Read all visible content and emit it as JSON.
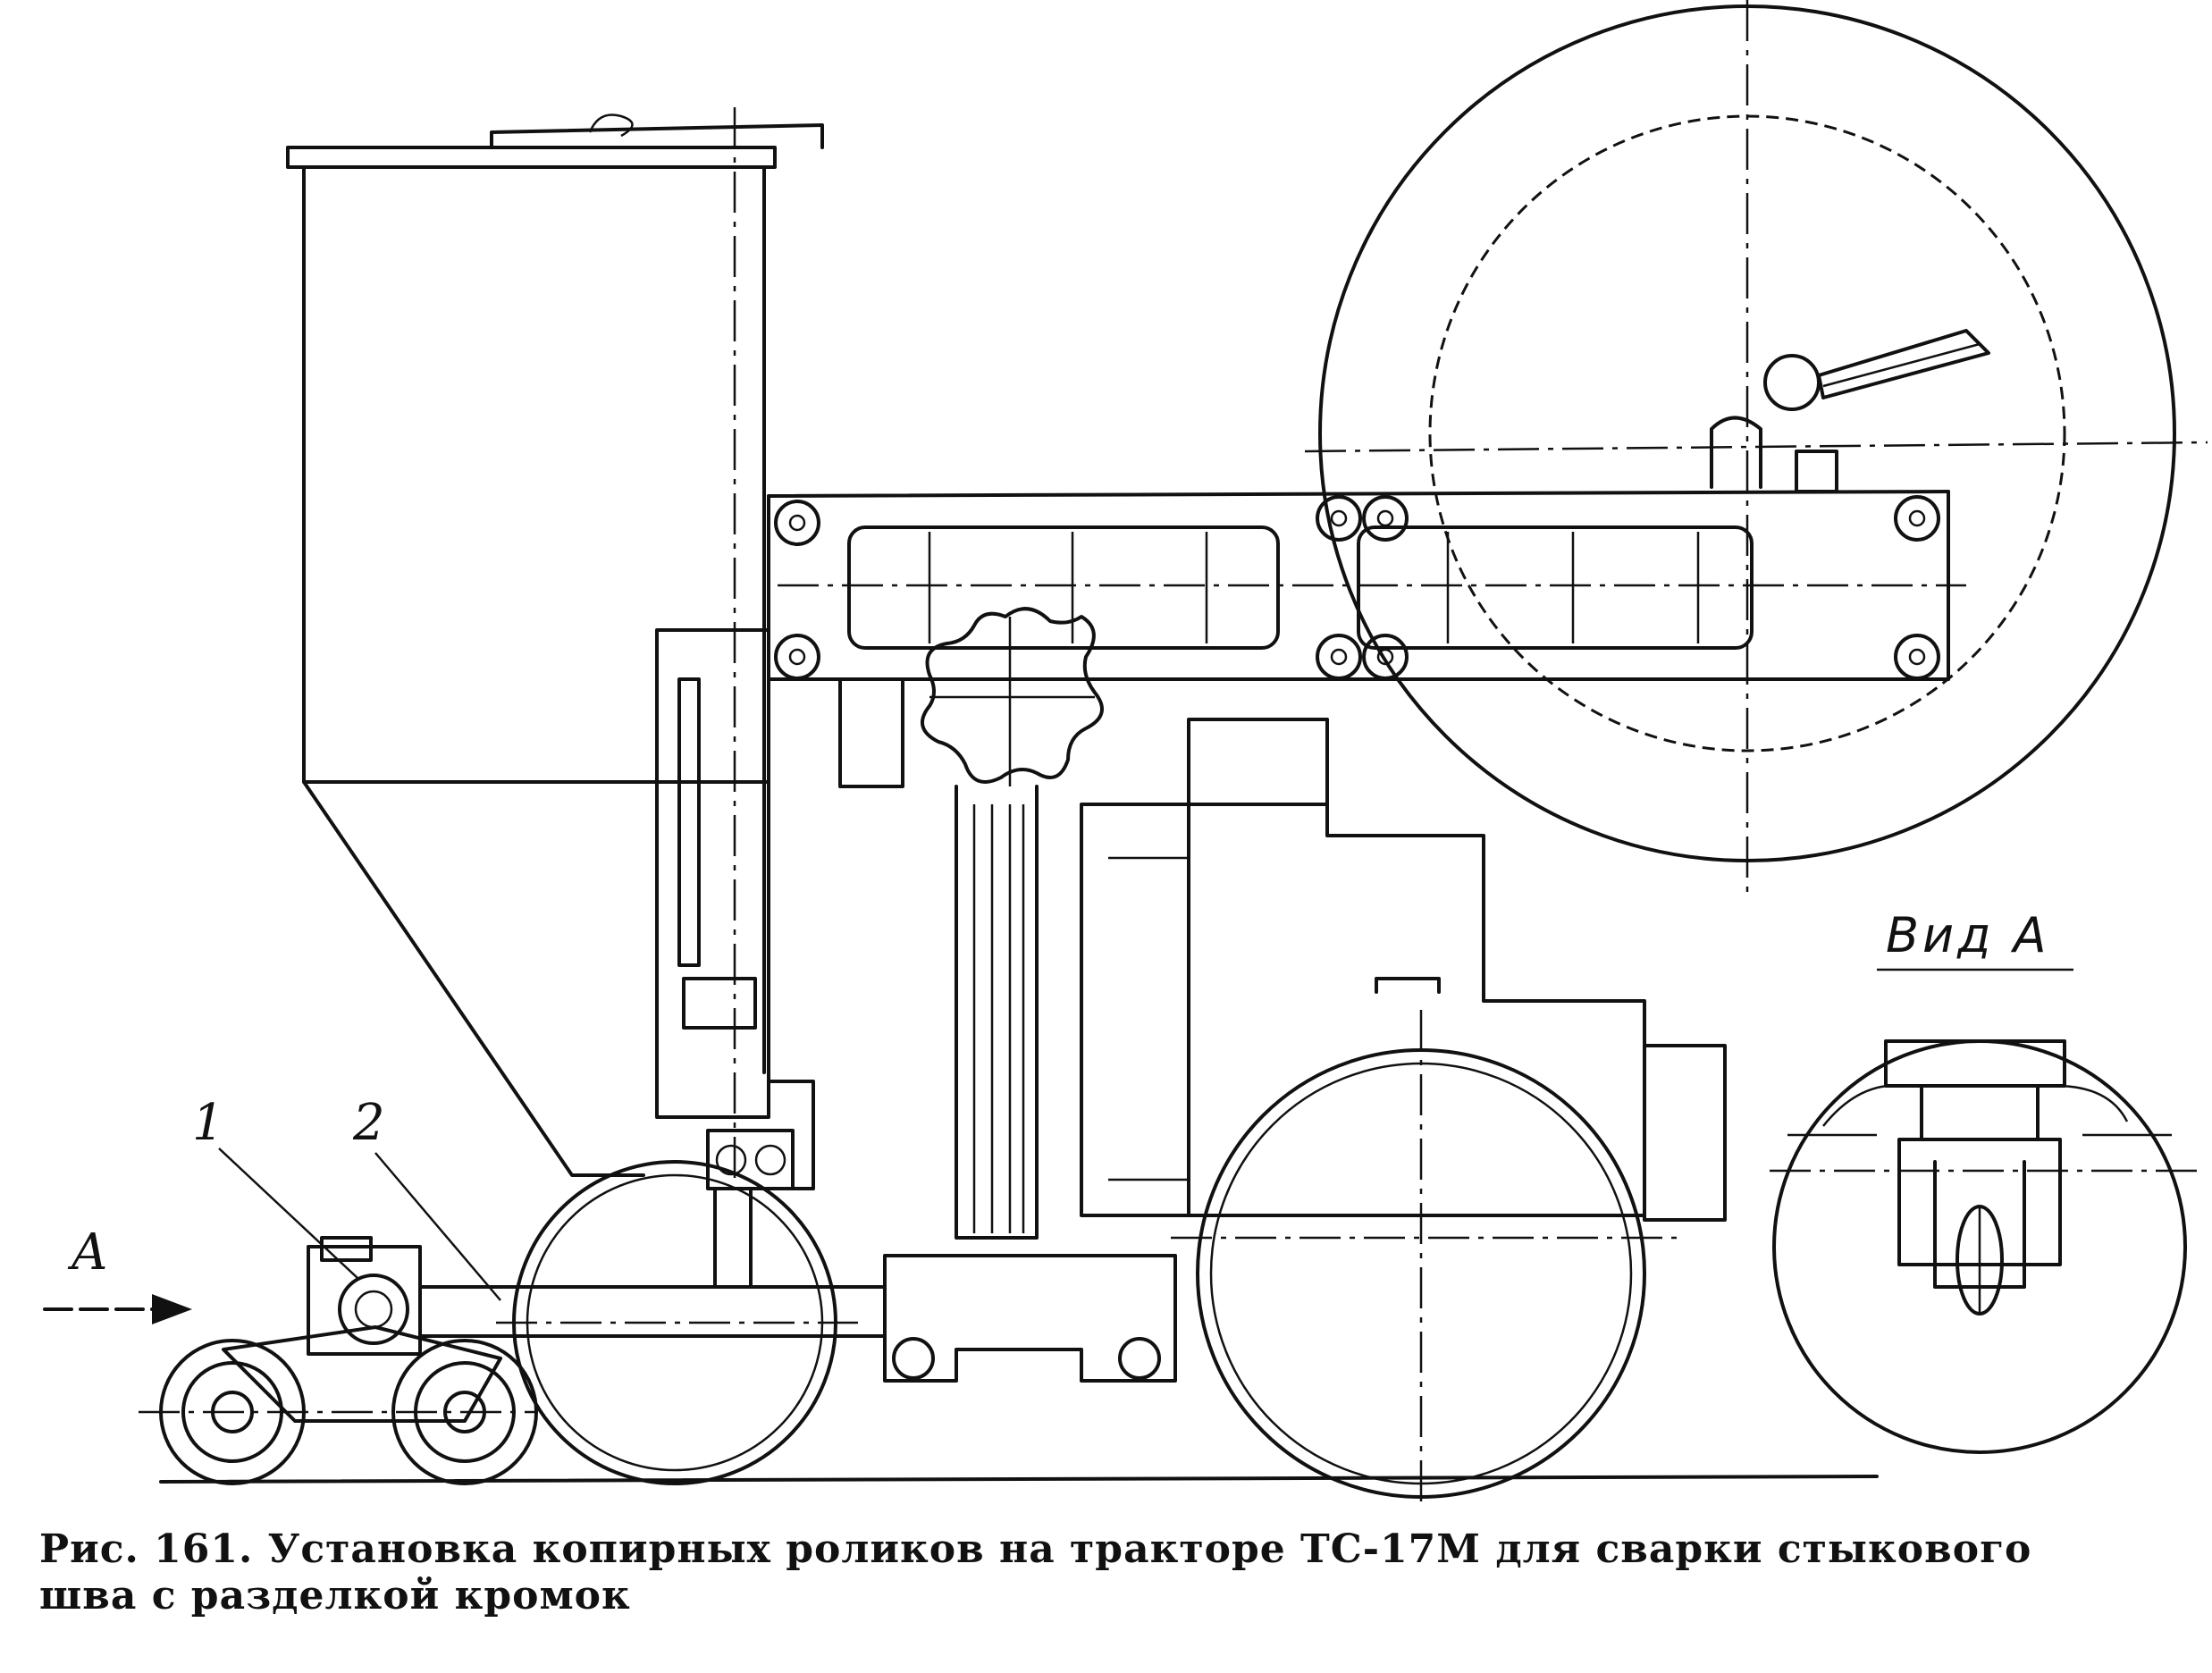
{
  "labels": {
    "part_1": "1",
    "part_2": "2",
    "arrow_a": "A",
    "view_a": "Вид А"
  },
  "caption": {
    "line1": "Рис. 161. Установка копирных роликов на тракторе ТС-17М для сварки стыкового",
    "line2": "шва с разделкой кромок"
  }
}
